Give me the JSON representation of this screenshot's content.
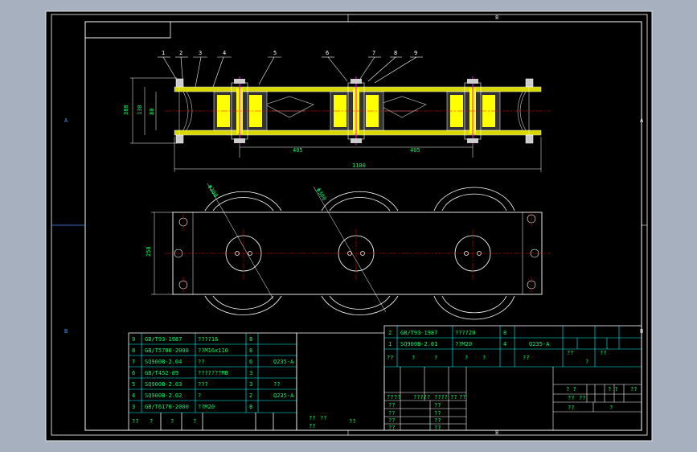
{
  "border": {
    "top_label": "8",
    "bottom_label": "8",
    "left_label_top": "A",
    "left_label_bottom": "B",
    "right_label_top": "A",
    "right_label_bottom": "B"
  },
  "balloons": [
    "1",
    "2",
    "3",
    "4",
    "5",
    "6",
    "7",
    "8",
    "9"
  ],
  "dimensions": {
    "overall_height": "380",
    "inner_height": "130",
    "small_height": "80",
    "pitch_left": "405",
    "pitch_right": "405",
    "overall_length": "1180",
    "wheel_dia_left": "Φ300",
    "wheel_dia_mid": "Φ300",
    "plan_height": "250"
  },
  "parts_list": {
    "rows": [
      {
        "no": "9",
        "code": "GB/T93-1987",
        "name": "????16",
        "qty": "8",
        "mat": "",
        "note": ""
      },
      {
        "no": "8",
        "code": "GB/T5780-2000",
        "name": "??M16x110",
        "qty": "8",
        "mat": "",
        "note": ""
      },
      {
        "no": "7",
        "code": "SQ900B-2.04",
        "name": "??",
        "qty": "6",
        "mat": "Q235-A",
        "note": ""
      },
      {
        "no": "6",
        "code": "GB/T452-89",
        "name": "???????MB",
        "qty": "3",
        "mat": "",
        "note": ""
      },
      {
        "no": "5",
        "code": "SQ900B-2.03",
        "name": "???",
        "qty": "3",
        "mat": "??",
        "note": ""
      },
      {
        "no": "4",
        "code": "SQ900B-2.02",
        "name": "?",
        "qty": "2",
        "mat": "Q235-A",
        "note": ""
      },
      {
        "no": "3",
        "code": "GB/T6170-2000",
        "name": "??M20",
        "qty": "8",
        "mat": "",
        "note": ""
      }
    ],
    "footer": [
      "??",
      "?",
      "?",
      "?",
      "??",
      "??",
      "??",
      "??"
    ]
  },
  "right_parts": {
    "rows": [
      {
        "no": "2",
        "code": "GB/T93-1987",
        "name": "????20",
        "qty": "8",
        "mat": ""
      },
      {
        "no": "1",
        "code": "SQ900B-2.01",
        "name": "??M20",
        "qty": "4",
        "mat": "Q235-A"
      }
    ],
    "footer": [
      "??",
      "?",
      "?",
      "?",
      "?",
      "??",
      "??",
      "??"
    ]
  },
  "title_block": {
    "cells_left": [
      "??",
      "??",
      "?????",
      "????",
      "??",
      "??"
    ],
    "cells_mid": [
      "??",
      "??",
      "??",
      "??",
      "??",
      "??"
    ],
    "cells_small": [
      "??",
      "??",
      "??",
      "??",
      "??",
      "??"
    ],
    "scale_row": [
      "? ?",
      "??",
      "??",
      "? ?",
      "??"
    ],
    "right_top": [
      "? ?",
      "? ?",
      "??",
      "?",
      "?"
    ],
    "right_bottom": [
      "?",
      "?",
      "?",
      "?"
    ]
  },
  "colors": {
    "background": "#000000",
    "frame": "#ffffff",
    "gridline": "#00ffff",
    "hatch": "#ffff00",
    "centerline": "#ff0000",
    "text": "#00ff66",
    "highlight": "#ff00ff",
    "sheet_bg": "#a6b0be"
  }
}
